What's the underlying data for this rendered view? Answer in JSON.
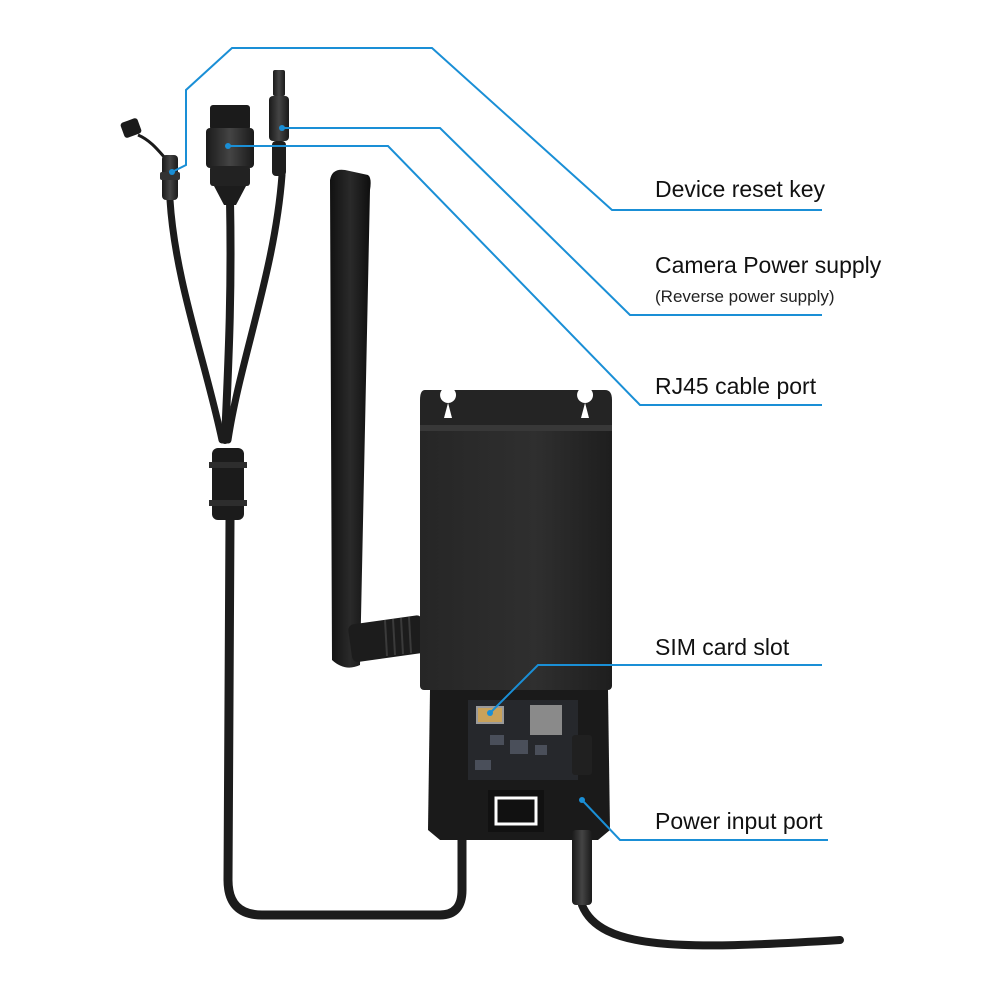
{
  "labels": {
    "reset_key": "Device reset key",
    "camera_power": "Camera Power supply",
    "camera_power_note": "(Reverse power supply)",
    "rj45": "RJ45 cable port",
    "sim_slot": "SIM card slot",
    "power_input": "Power input port"
  },
  "colors": {
    "callout_line": "#1a8fd6",
    "device_body": "#2b2b2b",
    "cable": "#1c1c1c"
  }
}
